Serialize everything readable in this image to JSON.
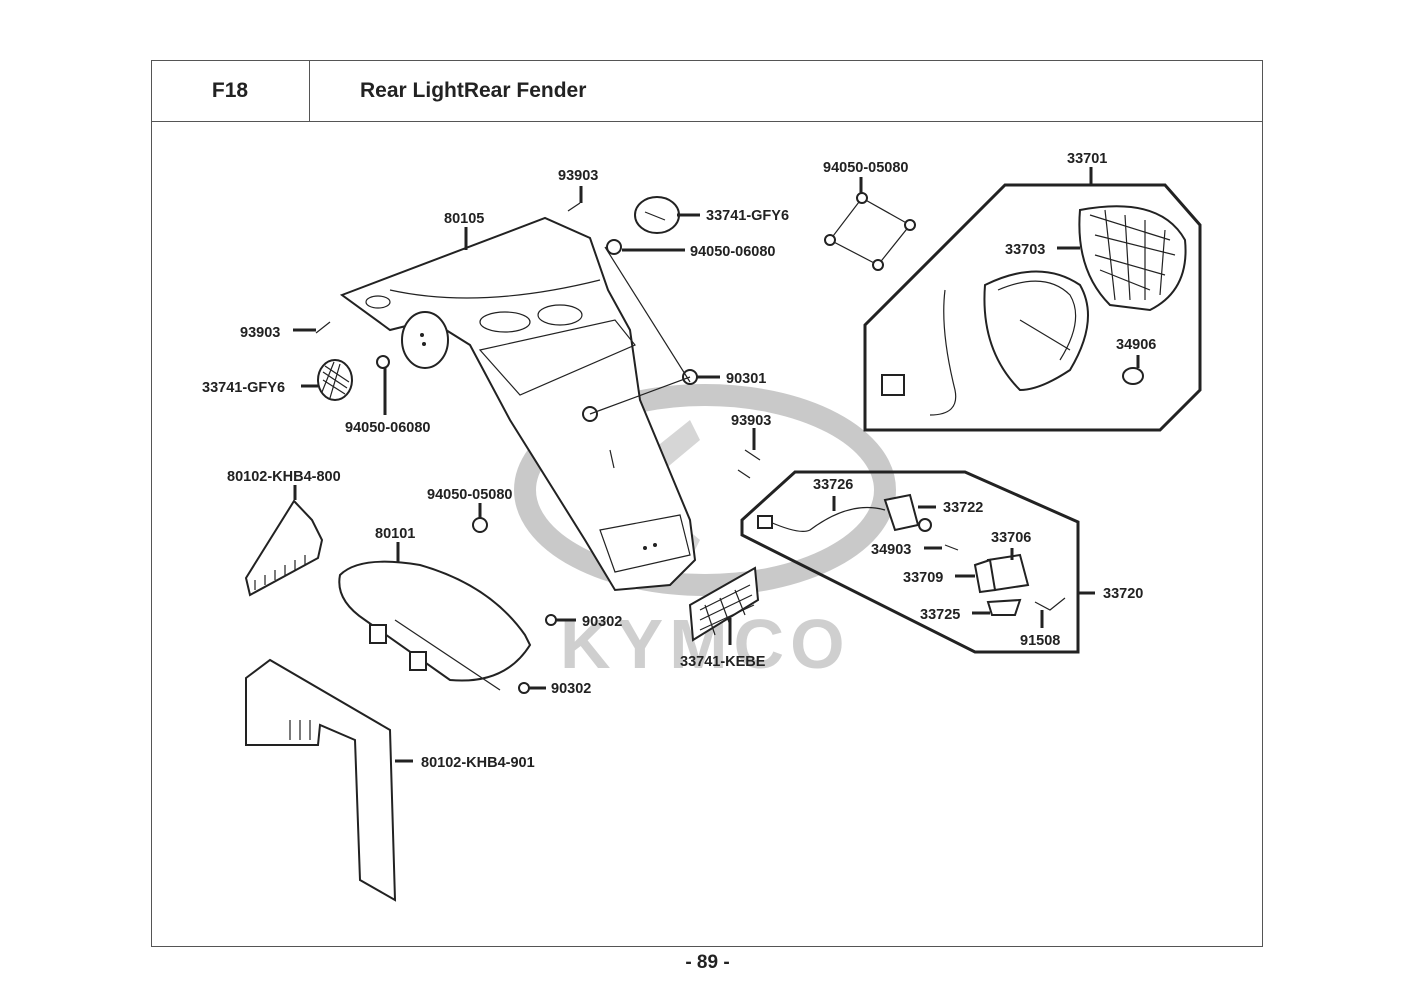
{
  "header": {
    "section_code": "F18",
    "title": "Rear LightRear Fender"
  },
  "watermark": "KYMCO",
  "page_number": "- 89 -",
  "groups": {
    "tail_light_assembly": "33701",
    "license_light_assembly": "33720"
  },
  "callouts": [
    {
      "id": "c1",
      "part_no": "93903"
    },
    {
      "id": "c2",
      "part_no": "33741-GFY6"
    },
    {
      "id": "c3",
      "part_no": "94050-06080"
    },
    {
      "id": "c4",
      "part_no": "80105"
    },
    {
      "id": "c5",
      "part_no": "93903"
    },
    {
      "id": "c6",
      "part_no": "33741-GFY6"
    },
    {
      "id": "c7",
      "part_no": "94050-06080"
    },
    {
      "id": "c8",
      "part_no": "90301"
    },
    {
      "id": "c9",
      "part_no": "93903"
    },
    {
      "id": "c10",
      "part_no": "94050-05080"
    },
    {
      "id": "c11",
      "part_no": "33701"
    },
    {
      "id": "c12",
      "part_no": "33703"
    },
    {
      "id": "c13",
      "part_no": "34906"
    },
    {
      "id": "c14",
      "part_no": "80102-KHB4-800"
    },
    {
      "id": "c15",
      "part_no": "94050-05080"
    },
    {
      "id": "c16",
      "part_no": "80101"
    },
    {
      "id": "c17",
      "part_no": "90302"
    },
    {
      "id": "c18",
      "part_no": "90302"
    },
    {
      "id": "c19",
      "part_no": "80102-KHB4-901"
    },
    {
      "id": "c20",
      "part_no": "33741-KEBE"
    },
    {
      "id": "c21",
      "part_no": "33726"
    },
    {
      "id": "c22",
      "part_no": "33722"
    },
    {
      "id": "c23",
      "part_no": "34903"
    },
    {
      "id": "c24",
      "part_no": "33706"
    },
    {
      "id": "c25",
      "part_no": "33709"
    },
    {
      "id": "c26",
      "part_no": "33725"
    },
    {
      "id": "c27",
      "part_no": "91508"
    },
    {
      "id": "c28",
      "part_no": "33720"
    }
  ]
}
